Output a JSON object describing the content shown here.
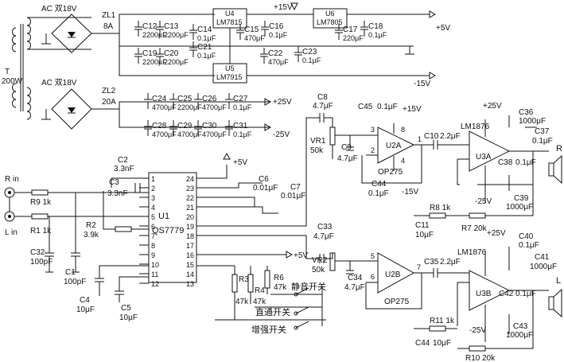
{
  "transformer": {
    "ref": "T",
    "power": "200W",
    "sec1": "AC 双18V",
    "sec2": "AC 双18V"
  },
  "bridges": [
    {
      "ref": "ZL1",
      "rating": "8A"
    },
    {
      "ref": "ZL2",
      "rating": "20A"
    }
  ],
  "regulators": [
    {
      "ref": "U4",
      "part": "LM7815"
    },
    {
      "ref": "U6",
      "part": "LM7805"
    },
    {
      "ref": "U5",
      "part": "LM7915"
    }
  ],
  "rails": {
    "p15": "+15V",
    "p5": "+5V",
    "n15": "-15V",
    "p25": "+25V",
    "n25": "-25V"
  },
  "psu_caps": [
    {
      "ref": "C12",
      "value": "2200μF"
    },
    {
      "ref": "C13",
      "value": "2200μF"
    },
    {
      "ref": "C14",
      "value": "0.1μF"
    },
    {
      "ref": "C15",
      "value": "470μF"
    },
    {
      "ref": "C16",
      "value": "0.1μF"
    },
    {
      "ref": "C17",
      "value": "220μF"
    },
    {
      "ref": "C18",
      "value": "0.1μF"
    },
    {
      "ref": "C19",
      "value": "2200μF"
    },
    {
      "ref": "C20",
      "value": "2200μF"
    },
    {
      "ref": "C21",
      "value": "0.1μF"
    },
    {
      "ref": "C22",
      "value": "470μF"
    },
    {
      "ref": "C23",
      "value": "0.1μF"
    },
    {
      "ref": "C24",
      "value": "4700μF"
    },
    {
      "ref": "C25",
      "value": "2200μF"
    },
    {
      "ref": "C26",
      "value": "4700μF"
    },
    {
      "ref": "C27",
      "value": "0.1μF"
    },
    {
      "ref": "C28",
      "value": "4700μF"
    },
    {
      "ref": "C29",
      "value": "4700μF"
    },
    {
      "ref": "C30",
      "value": "4700μF"
    },
    {
      "ref": "C31",
      "value": "0.1μF"
    }
  ],
  "inputs": {
    "r": "R in",
    "l": "L in"
  },
  "input_parts": [
    {
      "ref": "R9",
      "value": "1k"
    },
    {
      "ref": "R1",
      "value": "1k"
    },
    {
      "ref": "R2",
      "value": "3.9k"
    },
    {
      "ref": "C32",
      "value": "100pF"
    },
    {
      "ref": "C1",
      "value": "100pF"
    },
    {
      "ref": "C4",
      "value": "10μF"
    },
    {
      "ref": "C5",
      "value": "10μF"
    }
  ],
  "qs_parts": [
    {
      "ref": "C2",
      "value": "3.3nF"
    },
    {
      "ref": "C3",
      "value": "3.3nF"
    },
    {
      "ref": "C6",
      "value": "0.01μF"
    },
    {
      "ref": "C7",
      "value": "0.01μF"
    }
  ],
  "u1": {
    "ref": "U1",
    "part": "QS7779",
    "pins_left": [
      "1",
      "2",
      "3",
      "4",
      "5",
      "6",
      "7",
      "8",
      "9",
      "10",
      "11",
      "12"
    ],
    "pins_right": [
      "24",
      "23",
      "22",
      "21",
      "20",
      "19",
      "18",
      "17",
      "16",
      "15",
      "14",
      "13"
    ],
    "vcc": "+5V",
    "vcc2": "+5V"
  },
  "switch_parts": [
    {
      "ref": "R3",
      "value": "47k"
    },
    {
      "ref": "R4",
      "value": "47k"
    },
    {
      "ref": "R6",
      "value": "47k"
    }
  ],
  "switches": [
    "静音开关",
    "直通开关",
    "增强开关"
  ],
  "opamp_parts": {
    "C8": "4.7μF",
    "C9": "4.7μF",
    "VR1": "50k",
    "C45": "0.1μF",
    "C44": "0.1μF",
    "U2A": "U2A",
    "U2B": "U2B",
    "part": "OP275",
    "C10": "C10",
    "C35": "C35",
    "c_val": "2.2μF",
    "C33": "4.7μF",
    "C34": "4.7μF",
    "VR2": "50k"
  },
  "amp_parts": {
    "U3A": "U3A",
    "U3B": "U3B",
    "part": "LM1876",
    "C36": "1000μF",
    "C37": "0.1μF",
    "C38": "0.1μF",
    "C39": "1000μF",
    "C40": "0.1μF",
    "C41": "1000μF",
    "C42": "0.1μF",
    "C43": "1000μF",
    "R8": "1k",
    "R7": "20k",
    "R11": "1k",
    "R10": "20k",
    "C11": "10μF",
    "C44b": "10μF"
  },
  "speakers": {
    "r": "R",
    "l": "L"
  }
}
